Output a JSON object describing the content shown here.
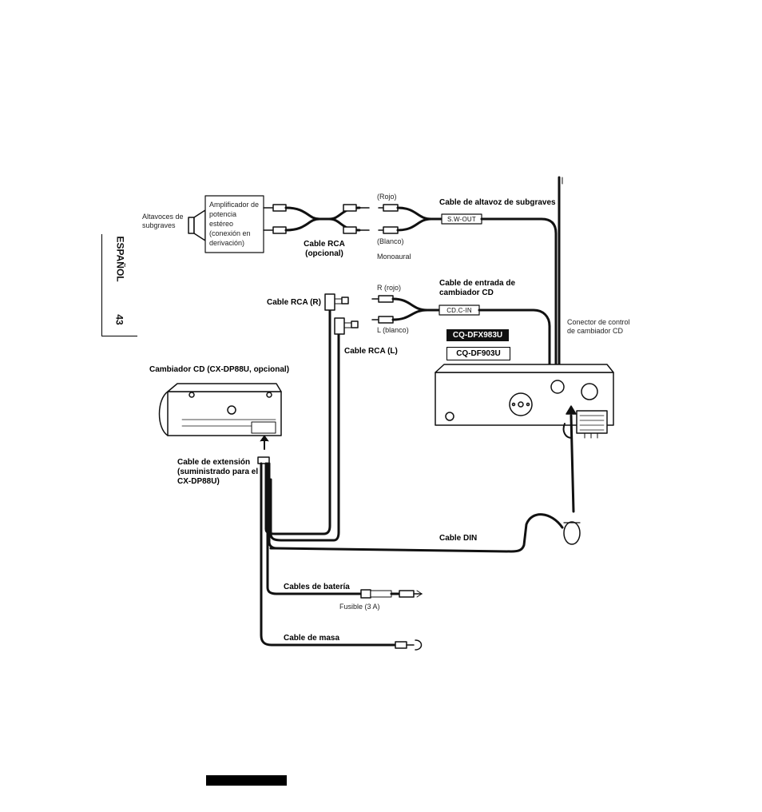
{
  "labels": {
    "altavoces_subgraves": "Altavoces de subgraves",
    "amplificador": "Amplificador de potencia estéreo (conexión en derivación)",
    "cable_rca_opcional": "Cable RCA (opcional)",
    "rojo": "(Rojo)",
    "blanco": "(Blanco)",
    "monoaural": "Monoaural",
    "cable_altavoz_subgraves": "Cable de altavoz de subgraves",
    "sw_out": "S.W-OUT",
    "r_rojo": "R (rojo)",
    "l_blanco": "L (blanco)",
    "cable_entrada_cambiador": "Cable de entrada de cambiador CD",
    "cdc_in": "CD.C-IN",
    "cable_rca_r": "Cable RCA (R)",
    "cable_rca_l": "Cable RCA (L)",
    "conector_control": "Conector de control de cambiador CD",
    "cambiador_cd": "Cambiador CD (CX-DP88U, opcional)",
    "cable_extension": "Cable de extensión (suministrado para el CX-DP88U)",
    "cable_din": "Cable DIN",
    "cables_bateria": "Cables de batería",
    "fusible": "Fusible (3 A)",
    "cable_masa": "Cable de masa"
  },
  "models": {
    "model_1": "CQ-DFX983U",
    "model_2": "CQ-DF903U"
  },
  "side_tab": {
    "language": "ESPAÑOL",
    "page_number": "43"
  },
  "colors": {
    "ink": "#111111",
    "background": "#ffffff"
  }
}
